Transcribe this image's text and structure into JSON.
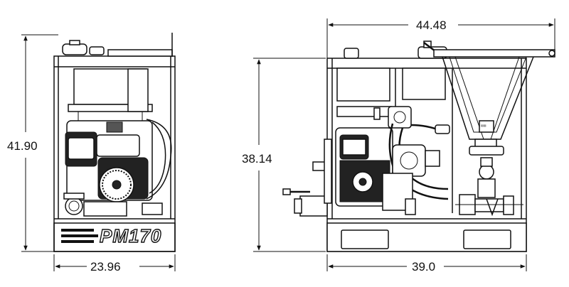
{
  "front_view": {
    "height_label": "41.90",
    "width_label": "23.96",
    "brand_label": "PM170"
  },
  "side_view": {
    "overall_length_label": "44.48",
    "frame_height_label": "38.14",
    "frame_length_label": "39.0"
  },
  "colors": {
    "line": "#111111",
    "background": "#ffffff"
  }
}
